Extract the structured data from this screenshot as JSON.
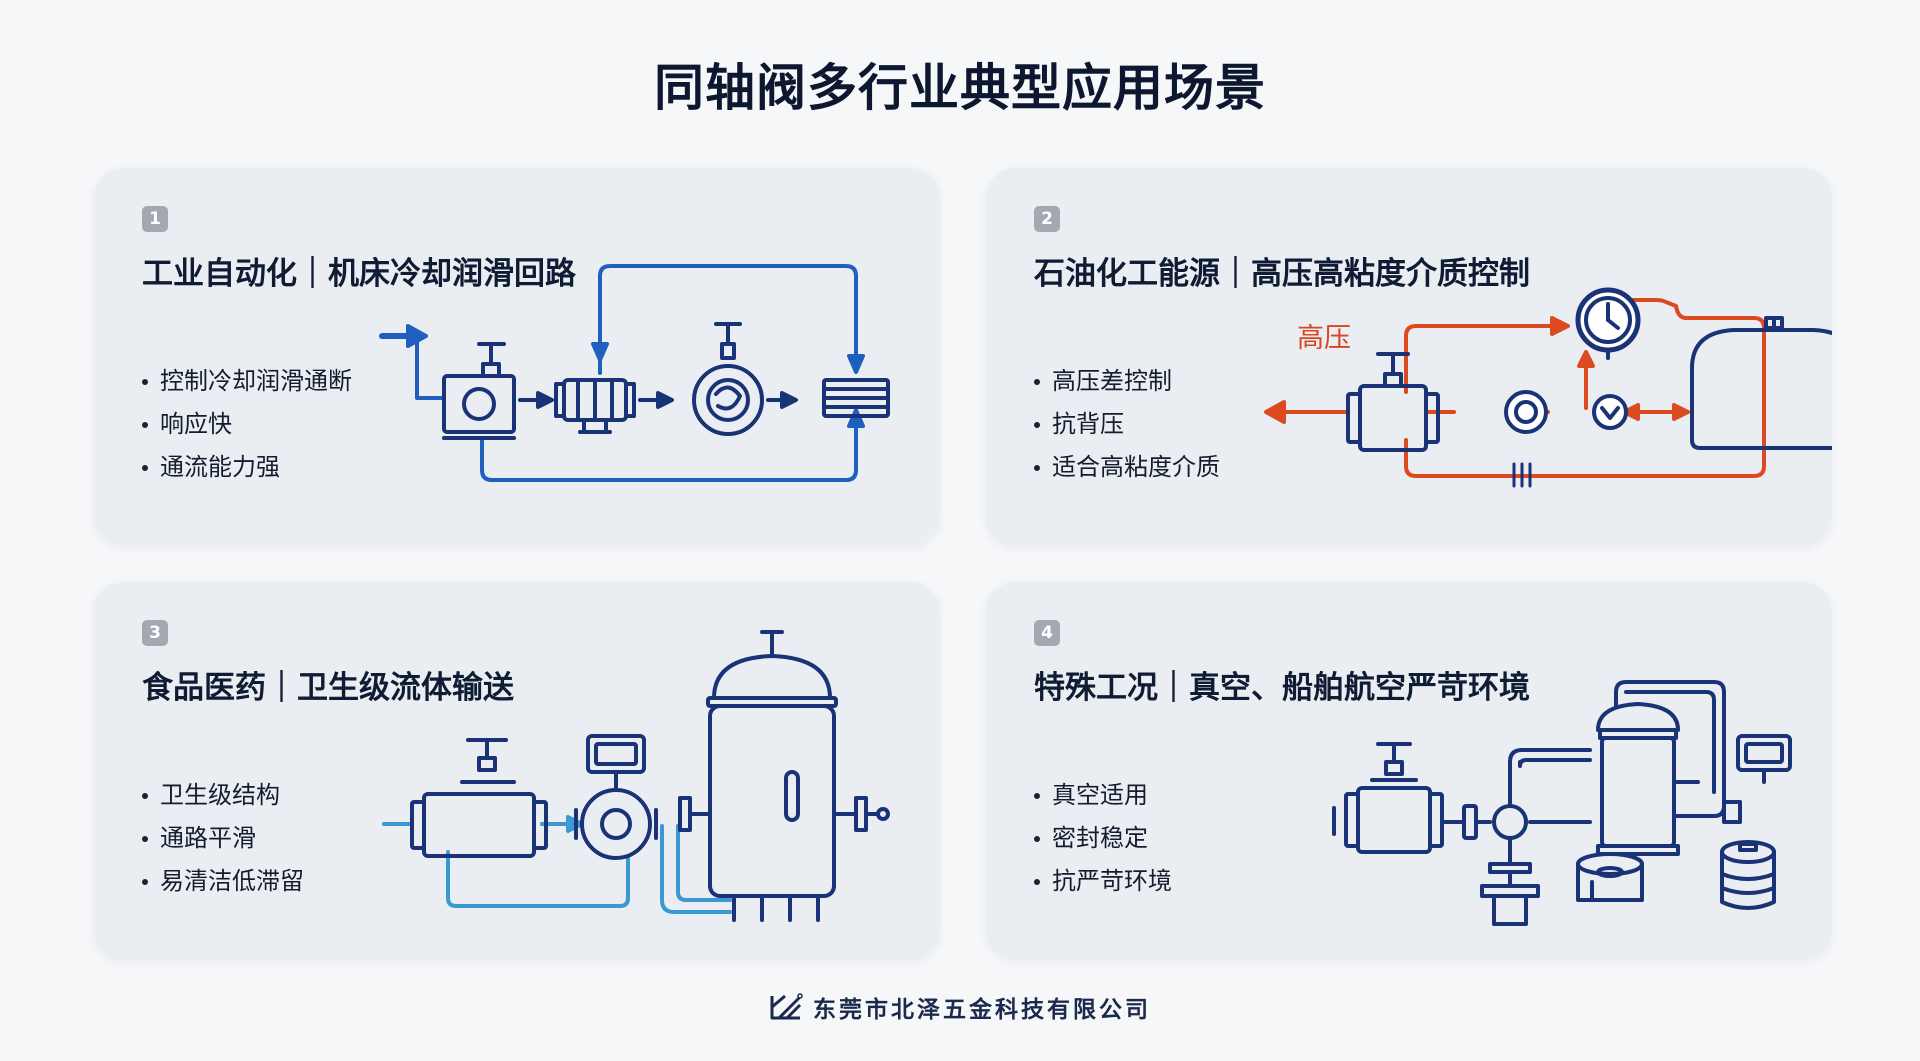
{
  "title": "同轴阀多行业典型应用场景",
  "cards": [
    {
      "number": "1",
      "title": "工业自动化｜机床冷却润滑回路",
      "bullets": [
        "控制冷却润滑通断",
        "响应快",
        "通流能力强"
      ]
    },
    {
      "number": "2",
      "title": "石油化工能源｜高压高粘度介质控制",
      "bullets": [
        "高压差控制",
        "抗背压",
        "适合高粘度介质"
      ],
      "diagram_label": "高压"
    },
    {
      "number": "3",
      "title": "食品医药｜卫生级流体输送",
      "bullets": [
        "卫生级结构",
        "通路平滑",
        "易清洁低滞留"
      ]
    },
    {
      "number": "4",
      "title": "特殊工况｜真空、船舶航空严苛环境",
      "bullets": [
        "真空适用",
        "密封稳定",
        "抗严苛环境"
      ]
    }
  ],
  "footer": {
    "company": "东莞市北泽五金科技有限公司",
    "logo_icon": "bz-logo-icon"
  },
  "colors": {
    "navy": "#1a3276",
    "blue": "#1f5fbe",
    "lightblue": "#3b98d4",
    "orange": "#db4b1f",
    "card_bg": "#eaeef3"
  }
}
